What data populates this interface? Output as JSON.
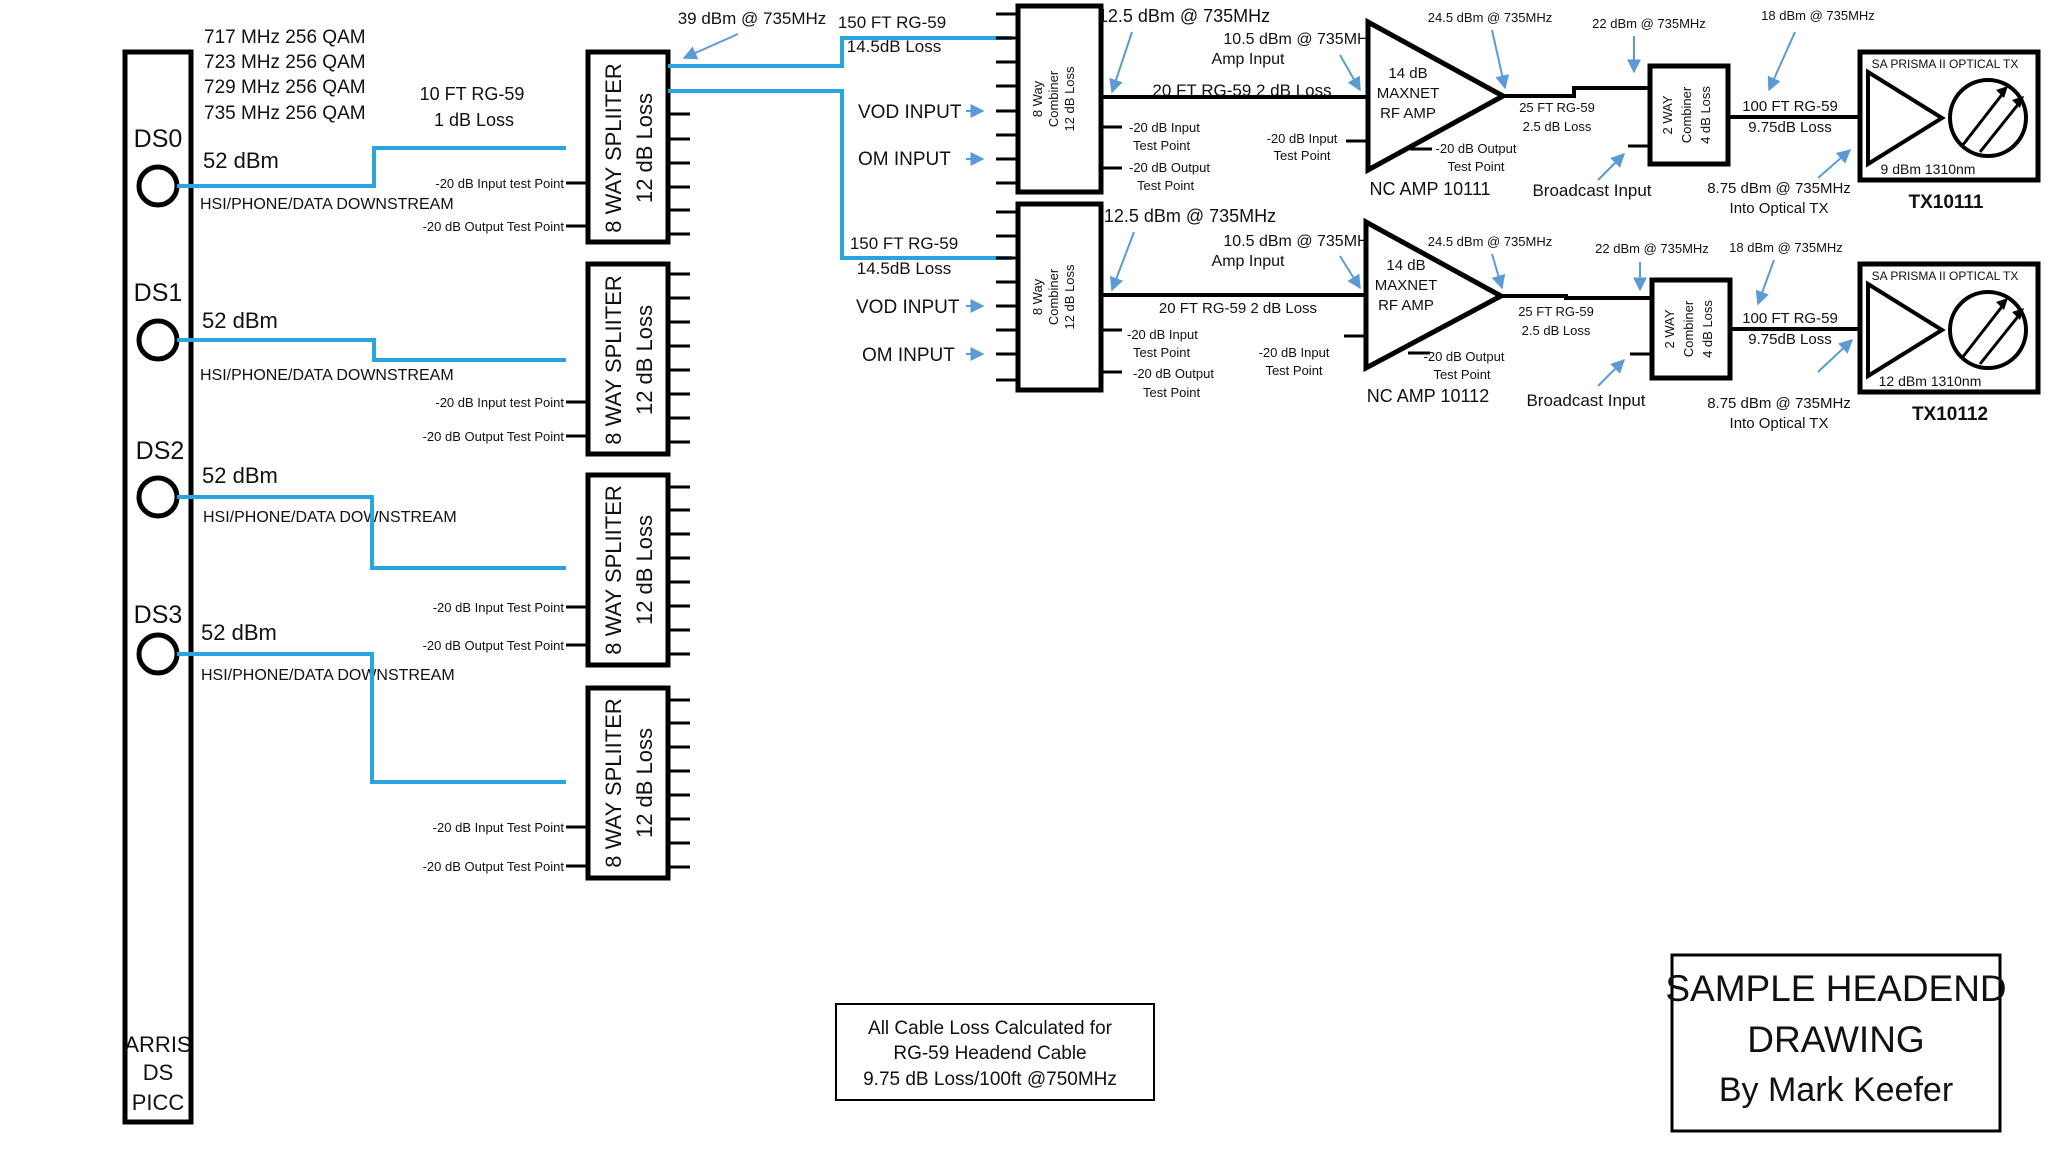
{
  "picc": {
    "label": [
      "ARRIS",
      "DS",
      "PICC"
    ],
    "channels": [
      "717 MHz 256 QAM",
      "723 MHz 256 QAM",
      "729 MHz 256 QAM",
      "735 MHz 256 QAM"
    ],
    "ports": [
      {
        "name": "DS0",
        "level": "52 dBm",
        "service": "HSI/PHONE/DATA DOWNSTREAM"
      },
      {
        "name": "DS1",
        "level": "52 dBm",
        "service": "HSI/PHONE/DATA DOWNSTREAM"
      },
      {
        "name": "DS2",
        "level": "52 dBm",
        "service": "HSI/PHONE/DATA DOWNSTREAM"
      },
      {
        "name": "DS3",
        "level": "52 dBm",
        "service": "HSI/PHONE/DATA DOWNSTREAM"
      }
    ]
  },
  "jumper": [
    "10 FT RG-59",
    "1 dB Loss"
  ],
  "splitters": [
    {
      "title": "8 WAY SPLIITER",
      "loss": "12 dB Loss",
      "input_tp": "-20 dB Input test Point",
      "output_tp": "-20 dB Output Test Point"
    },
    {
      "title": "8 WAY SPLIITER",
      "loss": "12 dB Loss",
      "input_tp": "-20 dB Input test Point",
      "output_tp": "-20 dB Output Test Point"
    },
    {
      "title": "8 WAY SPLIITER",
      "loss": "12 dB Loss",
      "input_tp": "-20 dB Input Test Point",
      "output_tp": "-20 dB Output Test Point"
    },
    {
      "title": "8 WAY SPLIITER",
      "loss": "12 dB Loss",
      "input_tp": "-20 dB Input Test Point",
      "output_tp": "-20 dB Output Test Point"
    }
  ],
  "splitter_output_level": "39 dBm @ 735MHz",
  "chains": [
    {
      "feed_cable": [
        "150 FT RG-59",
        "14.5dB Loss"
      ],
      "vod": "VOD INPUT",
      "om": "OM INPUT",
      "combiner": [
        "8 Way",
        "Combiner",
        "12 dB Loss"
      ],
      "combiner_out": "12.5 dBm @ 735MHz",
      "combiner_in_tp": [
        "-20 dB Input",
        "Test Point"
      ],
      "combiner_out_tp": [
        "-20 dB Output",
        "Test Point"
      ],
      "cable_to_amp": "20 FT RG-59 2 dB Loss",
      "amp_input": [
        "10.5 dBm @ 735MHz",
        "Amp Input"
      ],
      "amp": [
        "14 dB",
        "MAXNET",
        "RF AMP"
      ],
      "amp_in_tp": [
        "-20 dB Input",
        "Test Point"
      ],
      "amp_out_tp": [
        "-20 dB Output",
        "Test Point"
      ],
      "amp_name": "NC AMP 10111",
      "amp_output": "24.5 dBm @ 735MHz",
      "cable_to_comb2": [
        "25 FT RG-59",
        "2.5 dB Loss"
      ],
      "comb2_input": "22 dBm @ 735MHz",
      "comb2": [
        "2 WAY",
        "Combiner",
        "4 dB Loss"
      ],
      "broadcast": "Broadcast Input",
      "comb2_output": "18 dBm @ 735MHz",
      "cable_to_tx": [
        "100 FT RG-59",
        "9.75dB Loss"
      ],
      "tx_input": [
        "8.75 dBm @ 735MHz",
        "Into Optical TX"
      ],
      "tx_brand": "SA PRISMA II OPTICAL TX",
      "tx_output": "9 dBm 1310nm",
      "tx_name": "TX10111"
    },
    {
      "feed_cable": [
        "150 FT RG-59",
        "14.5dB Loss"
      ],
      "vod": "VOD INPUT",
      "om": "OM INPUT",
      "combiner": [
        "8 Way",
        "Combiner",
        "12 dB Loss"
      ],
      "combiner_out": "12.5 dBm @ 735MHz",
      "combiner_in_tp": [
        "-20 dB Input",
        "Test Point"
      ],
      "combiner_out_tp": [
        "-20 dB Output",
        "Test Point"
      ],
      "cable_to_amp": "20 FT RG-59 2 dB Loss",
      "amp_input": [
        "10.5 dBm @ 735MHz",
        "Amp Input"
      ],
      "amp": [
        "14 dB",
        "MAXNET",
        "RF AMP"
      ],
      "amp_in_tp": [
        "-20 dB Input",
        "Test Point"
      ],
      "amp_out_tp": [
        "-20 dB Output",
        "Test Point"
      ],
      "amp_name": "NC AMP 10112",
      "amp_output": "24.5 dBm @ 735MHz",
      "cable_to_comb2": [
        "25 FT RG-59",
        "2.5 dB Loss"
      ],
      "comb2_input": "22 dBm @ 735MHz",
      "comb2": [
        "2 WAY",
        "Combiner",
        "4 dB Loss"
      ],
      "broadcast": "Broadcast Input",
      "comb2_output": "18 dBm @ 735MHz",
      "cable_to_tx": [
        "100 FT RG-59",
        "9.75dB Loss"
      ],
      "tx_input": [
        "8.75 dBm @ 735MHz",
        "Into Optical TX"
      ],
      "tx_brand": "SA PRISMA II OPTICAL TX",
      "tx_output": "12 dBm 1310nm",
      "tx_name": "TX10112"
    }
  ],
  "note": [
    "All Cable Loss Calculated for",
    "RG-59 Headend Cable",
    "9.75 dB Loss/100ft @750MHz"
  ],
  "title_block": [
    "SAMPLE HEADEND",
    "DRAWING",
    "By Mark Keefer"
  ],
  "colors": {
    "cable": "#2aa4dc",
    "annotation_arrow": "#5b9bd5",
    "line": "#000000"
  }
}
